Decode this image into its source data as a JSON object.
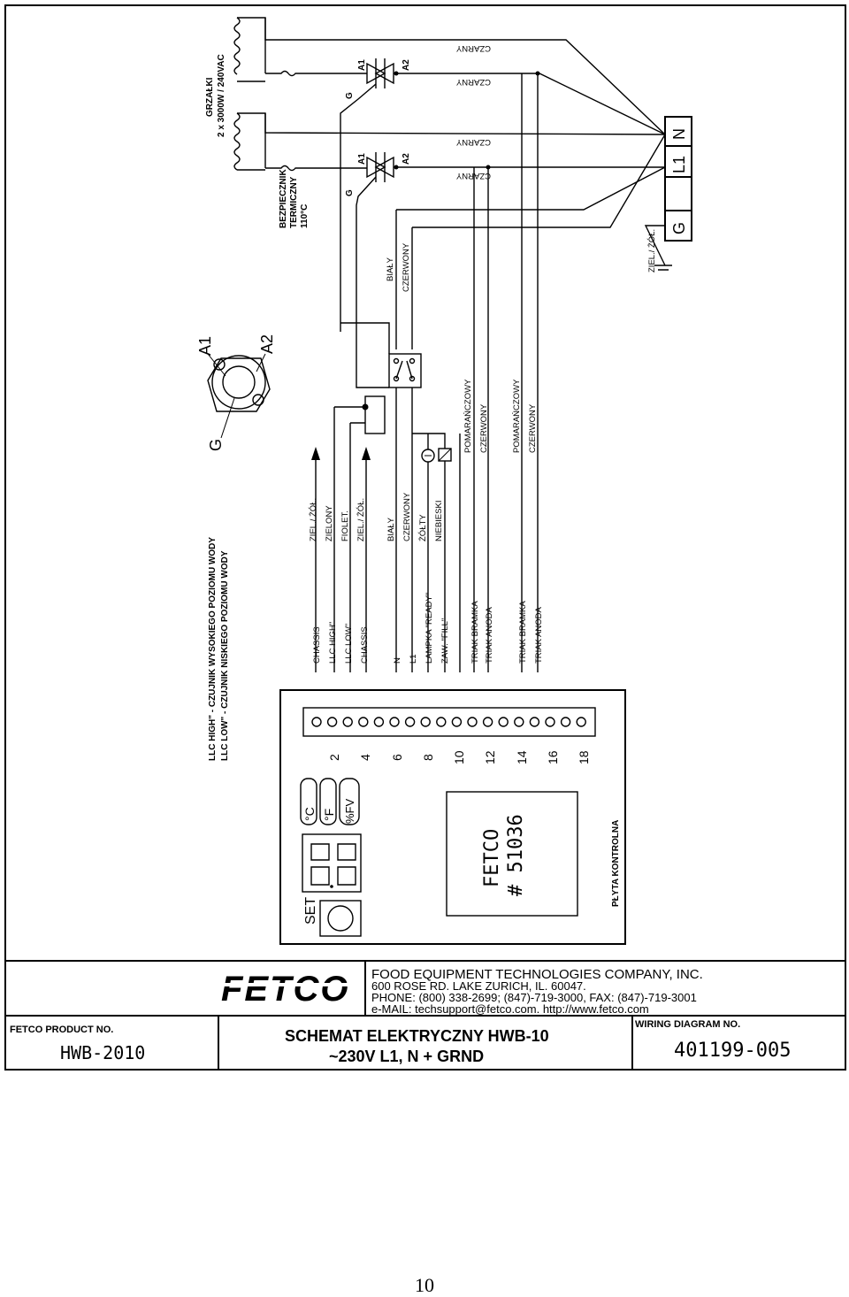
{
  "heater": {
    "title": "GRZAŁKI",
    "spec": "2 x 3000W / 240VAC"
  },
  "fuse": {
    "line1": "BEZPIECZNIK",
    "line2": "TERMICZNY",
    "line3": "110°C"
  },
  "triac_top": {
    "a1": "A1",
    "a2": "A2",
    "g": "G",
    "wire_top": "CZARNY",
    "wire_bottom": "CZARNY"
  },
  "triac_bottom": {
    "a1": "A1",
    "a2": "A2",
    "g": "G",
    "wire_top": "CZARNY",
    "wire_bottom": "CZARNY"
  },
  "mains": {
    "g": "G",
    "l1": "L1",
    "n": "N",
    "earth": "ZIEL./ ŻÓŁ."
  },
  "wires_mid": {
    "white": "BIAŁY",
    "red": "CZERWONY"
  },
  "triac_pkg": {
    "a1": "A1",
    "a2": "A2",
    "g": "G"
  },
  "legend": {
    "line1": "LLC HIGH\" - CZUJNIK WYSOKIEGO POZIOMU WODY",
    "line2": "LLC LOW\" - CZUJNIK NISKIEGO POZIOMU WODY"
  },
  "wire_colors": [
    "ZIEL./ ŻÓŁ.",
    "ZIELONY",
    "FIOLET.",
    "ZIEL./ ŻÓŁ.",
    "BIAŁY",
    "CZERWONY",
    "ŻÓŁTY",
    "NIEBIESKI",
    "POMARAŃCZOWY",
    "CZERWONY",
    "POMARAŃCZOWY",
    "CZERWONY"
  ],
  "terminal_labels": [
    "CHASSIS",
    "LLC HIGH\"",
    "LLC LOW\"",
    "CHASSIS",
    "N",
    "L1",
    "LAMPKA \"READY\"",
    "ZAW. \"FILL\"",
    "TRIAK BRAMKA",
    "TRIAK ANODA",
    "TRIAK BRAMKA",
    "TRIAK ANODA"
  ],
  "terminal_numbers": [
    "2",
    "4",
    "6",
    "8",
    "10",
    "12",
    "14",
    "16",
    "18"
  ],
  "board": {
    "units": [
      "°C",
      "°F",
      "%FV"
    ],
    "set": "SET",
    "brand": "FETCO",
    "part": "# 51036",
    "label": "PŁYTA KONTROLNA"
  },
  "title_block": {
    "logo": "FETCO",
    "company": "FOOD EQUIPMENT TECHNOLOGIES COMPANY, INC.",
    "address": "600 ROSE RD. LAKE ZURICH, IL. 60047.",
    "phone": "PHONE: (800) 338-2699;  (847)-719-3000, FAX: (847)-719-3001",
    "email": "e-MAIL: techsupport@fetco.com.   http://www.fetco.com",
    "product_label": "FETCO PRODUCT NO.",
    "product_no": "HWB-2010",
    "title1": "SCHEMAT ELEKTRYCZNY HWB-10",
    "title2": "~230V  L1, N + GRND",
    "diagram_label": "WIRING DIAGRAM NO.",
    "diagram_no": "401199-005"
  },
  "page_number": "10"
}
